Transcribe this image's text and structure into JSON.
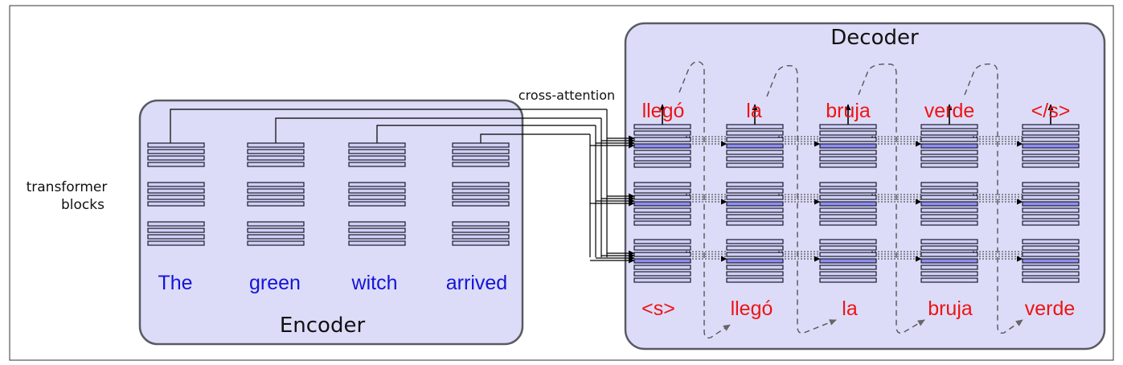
{
  "encoder": {
    "title": "Encoder",
    "tokens": [
      "The",
      "green",
      "witch",
      "arrived"
    ]
  },
  "decoder": {
    "title": "Decoder",
    "inputs": [
      "<s>",
      "llegó",
      "la",
      "bruja",
      "verde"
    ],
    "outputs": [
      "llegó",
      "la",
      "bruja",
      "verde",
      "</s>"
    ]
  },
  "labels": {
    "cross_attention": "cross-attention",
    "transformer_line1": "transformer",
    "transformer_line2": "blocks"
  },
  "colors": {
    "panel_fill": "#dcdcf8",
    "panel_stroke": "#5a5a64",
    "layer_fill": "#d0d0f6",
    "layer_highlight": "#8e8ef0",
    "encoder_text": "#1414d8",
    "decoder_text": "#ee1414"
  }
}
